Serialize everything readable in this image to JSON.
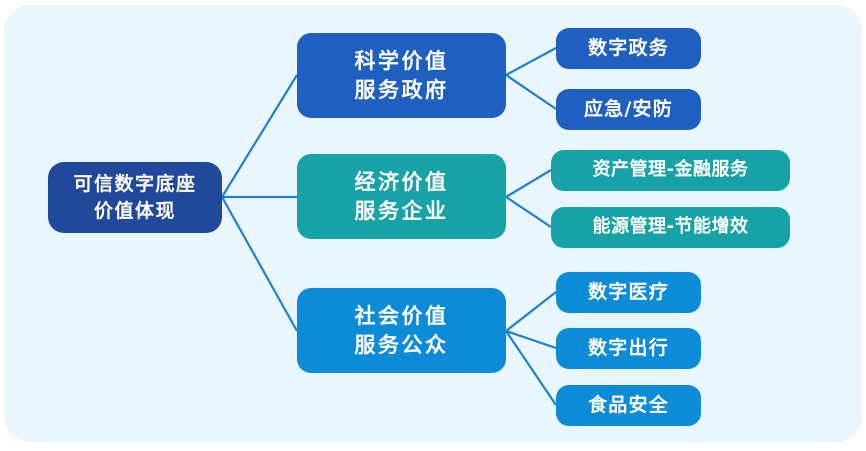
{
  "diagram": {
    "root": {
      "line1": "可信数字底座",
      "line2": "价值体现",
      "color": "#20499b"
    },
    "branches": [
      {
        "id": "gov",
        "line1": "科学价值",
        "line2": "服务政府",
        "color": "#1f5fc0",
        "leaves": [
          {
            "label": "数字政务"
          },
          {
            "label": "应急/安防"
          }
        ]
      },
      {
        "id": "ent",
        "line1": "经济价值",
        "line2": "服务企业",
        "color": "#17a2a8",
        "leaves": [
          {
            "label": "资产管理-金融服务"
          },
          {
            "label": "能源管理-节能增效"
          }
        ]
      },
      {
        "id": "pub",
        "line1": "社会价值",
        "line2": "服务公众",
        "color": "#0c8bd6",
        "leaves": [
          {
            "label": "数字医疗"
          },
          {
            "label": "数字出行"
          },
          {
            "label": "食品安全"
          }
        ]
      }
    ],
    "colors": {
      "background": "#eaf6fd",
      "connector": "#1f7fd0"
    }
  }
}
